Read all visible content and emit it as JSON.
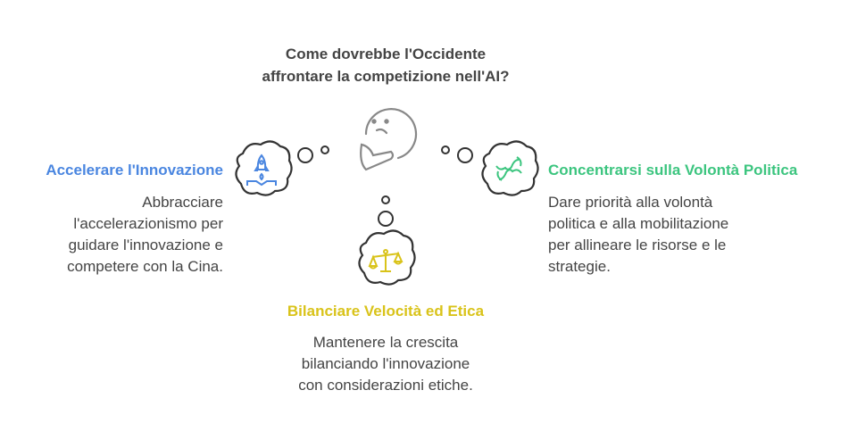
{
  "title": [
    "Come dovrebbe l'Occidente",
    "affrontare la competizione nell'AI?"
  ],
  "colors": {
    "blue": "#4a86e0",
    "green": "#3cc57f",
    "yellow": "#d9c31a",
    "ink": "#444444",
    "outline": "#333333"
  },
  "left": {
    "heading": "Accelerare l'Innovazione",
    "lines": [
      "Abbracciare",
      "l'accelerazionismo per",
      "guidare l'innovazione e",
      "competere con la Cina."
    ],
    "icon": "rocket-icon"
  },
  "right": {
    "heading": "Concentrarsi sulla Volontà Politica",
    "lines": [
      "Dare priorità alla volontà",
      "politica e alla mobilitazione",
      "per allineare le risorse e le",
      "strategie."
    ],
    "icon": "handshake-icon"
  },
  "bottom": {
    "heading": "Bilanciare Velocità ed Etica",
    "lines": [
      "Mantenere la crescita",
      "bilanciando l'innovazione",
      "con considerazioni etiche."
    ],
    "icon": "scale-icon"
  }
}
